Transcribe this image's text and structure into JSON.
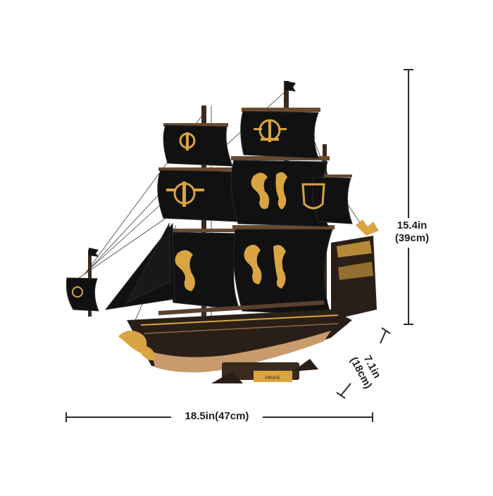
{
  "dimensions": {
    "height": {
      "line1": "15.4in",
      "line2": "(39cm)"
    },
    "width": {
      "text": "18.5in(47cm)"
    },
    "depth": {
      "line1": "7.1in",
      "line2": "(18cm)"
    }
  },
  "colors": {
    "sail": "#111111",
    "gold": "#d9a441",
    "wood": "#2a1f18",
    "hull_light": "#c99a6b",
    "line": "#2b2b2b"
  },
  "nameplate": {
    "text": "PIRATE"
  }
}
